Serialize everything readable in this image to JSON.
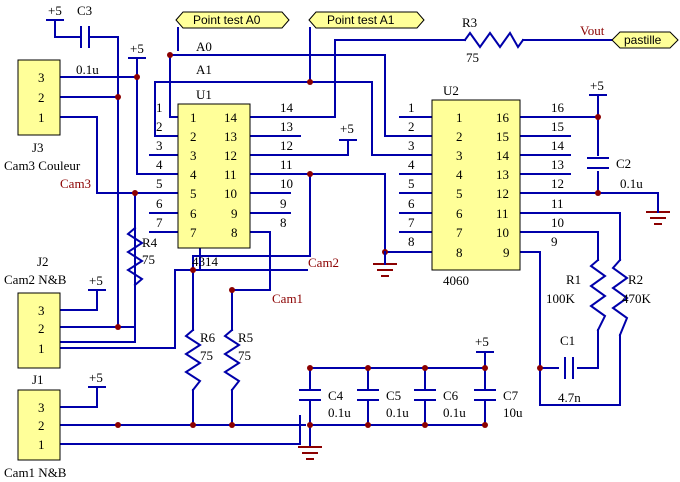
{
  "rails": {
    "vcc": "+5"
  },
  "probes": {
    "a0": "Point test A0",
    "a1": "Point test A1",
    "a0_net": "A0",
    "a1_net": "A1"
  },
  "output": {
    "net": "Vout",
    "tag": "pastille"
  },
  "connectors": {
    "j3": {
      "ref": "J3",
      "name": "Cam3 Couleur",
      "pins": [
        "3",
        "2",
        "1"
      ]
    },
    "j2": {
      "ref": "J2",
      "name": "Cam2 N&B",
      "pins": [
        "3",
        "2",
        "1"
      ]
    },
    "j1": {
      "ref": "J1",
      "name": "Cam1 N&B",
      "pins": [
        "3",
        "2",
        "1"
      ]
    }
  },
  "nets": {
    "cam3": "Cam3",
    "cam2": "Cam2",
    "cam1": "Cam1"
  },
  "u1": {
    "ref": "U1",
    "part": "4314",
    "left_pins": [
      "1",
      "2",
      "3",
      "4",
      "5",
      "6",
      "7"
    ],
    "right_pins": [
      "14",
      "13",
      "12",
      "11",
      "10",
      "9",
      "8"
    ],
    "outer_left": [
      "1",
      "2",
      "3",
      "4",
      "5",
      "6",
      "7"
    ],
    "outer_right": [
      "14",
      "13",
      "12",
      "11",
      "10",
      "9",
      "8"
    ]
  },
  "u2": {
    "ref": "U2",
    "part": "4060",
    "left_pins": [
      "1",
      "2",
      "3",
      "4",
      "5",
      "6",
      "7",
      "8"
    ],
    "right_pins": [
      "16",
      "15",
      "14",
      "13",
      "12",
      "11",
      "10",
      "9"
    ],
    "outer_left": [
      "1",
      "2",
      "3",
      "4",
      "5",
      "6",
      "7",
      "8"
    ],
    "outer_right": [
      "16",
      "15",
      "14",
      "13",
      "12",
      "11",
      "10",
      "9"
    ]
  },
  "components": {
    "c3": {
      "ref": "C3",
      "value": "0.1u"
    },
    "c2": {
      "ref": "C2",
      "value": "0.1u"
    },
    "c1": {
      "ref": "C1",
      "value": "4.7n"
    },
    "c4": {
      "ref": "C4",
      "value": "0.1u"
    },
    "c5": {
      "ref": "C5",
      "value": "0.1u"
    },
    "c6": {
      "ref": "C6",
      "value": "0.1u"
    },
    "c7": {
      "ref": "C7",
      "value": "10u"
    },
    "r1": {
      "ref": "R1",
      "value": "100K"
    },
    "r2": {
      "ref": "R2",
      "value": "470K"
    },
    "r3": {
      "ref": "R3",
      "value": "75"
    },
    "r4": {
      "ref": "R4",
      "value": "75"
    },
    "r5": {
      "ref": "R5",
      "value": "75"
    },
    "r6": {
      "ref": "R6",
      "value": "75"
    }
  }
}
